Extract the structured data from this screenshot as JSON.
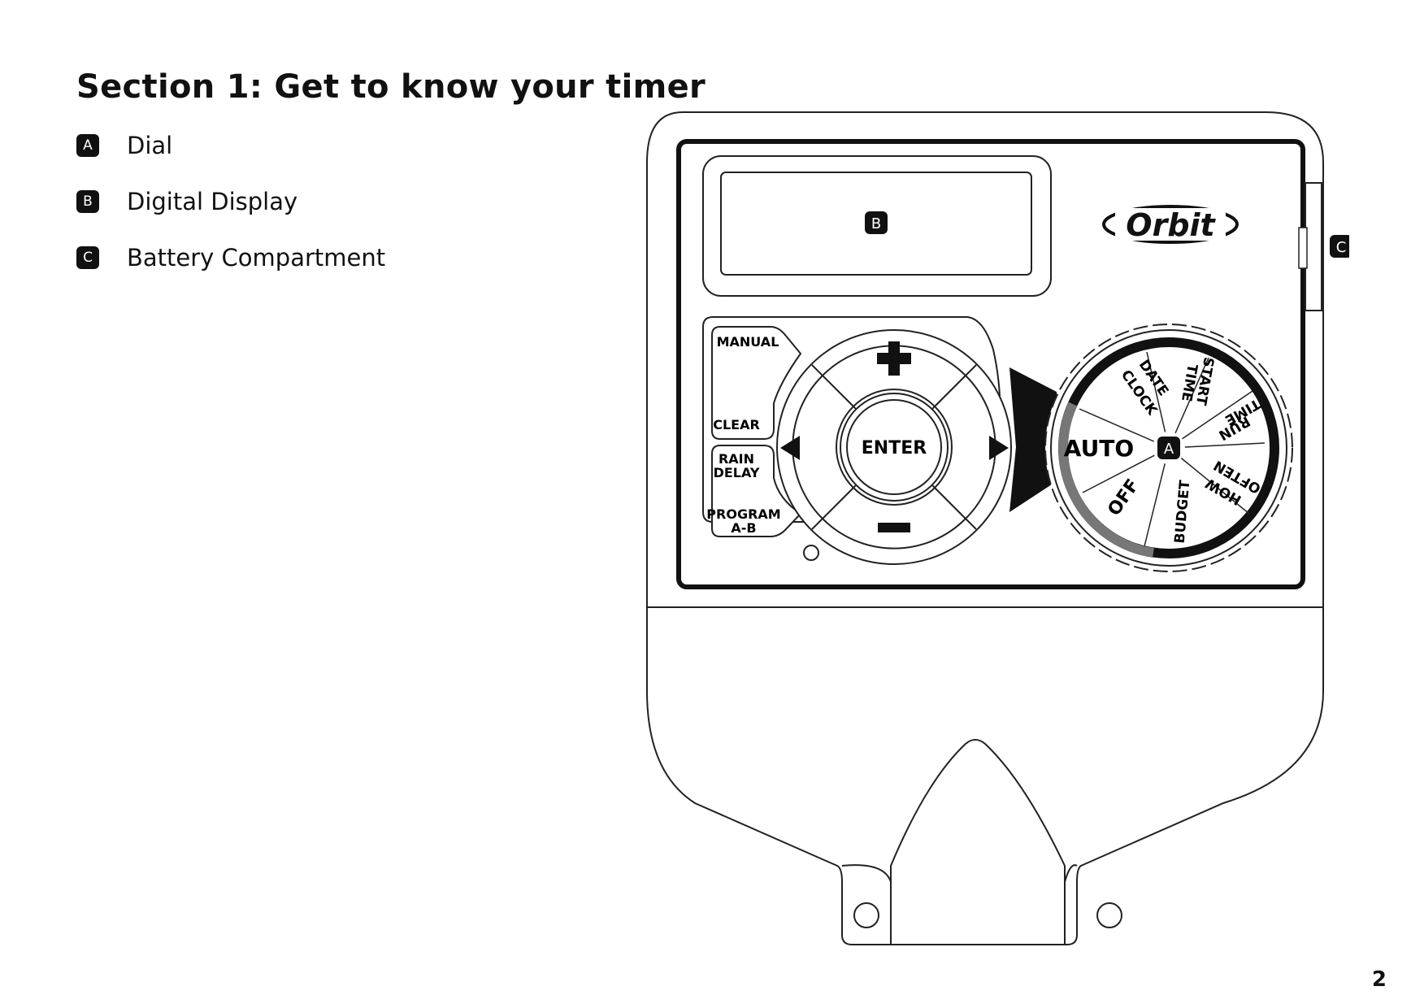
{
  "page": {
    "title": "Section 1: Get to know your timer",
    "page_number": "2"
  },
  "legend": [
    {
      "key": "A",
      "label": "Dial"
    },
    {
      "key": "B",
      "label": "Digital Display"
    },
    {
      "key": "C",
      "label": "Battery Compartment"
    }
  ],
  "device": {
    "brand": "Orbit",
    "callouts": {
      "dial": "A",
      "display": "B",
      "battery": "C"
    },
    "buttons": {
      "manual": "MANUAL",
      "clear": "CLEAR",
      "rain": "RAIN",
      "delay": "DELAY",
      "program": "PROGRAM",
      "program_ab": "A-B",
      "enter": "ENTER"
    },
    "dial": {
      "auto": "AUTO",
      "off": "OFF",
      "budget": "BUDGET",
      "how": "HOW",
      "often": "OFTEN",
      "run": "RUN",
      "time_run": "TIME",
      "start": "START",
      "time_start": "TIME",
      "date": "DATE",
      "clock": "CLOCK"
    }
  }
}
